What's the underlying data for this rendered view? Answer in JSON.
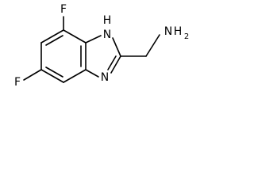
{
  "molecule": {
    "atoms": {
      "f_top": "F",
      "f_left": "F",
      "nh_label": "H",
      "nh_n": "N",
      "n_imine": "N",
      "nh2_n": "N",
      "nh2_h": "H",
      "nh2_sub": "2"
    },
    "colors": {
      "bond": "#000000",
      "label": "#000000",
      "background": "#ffffff"
    }
  }
}
